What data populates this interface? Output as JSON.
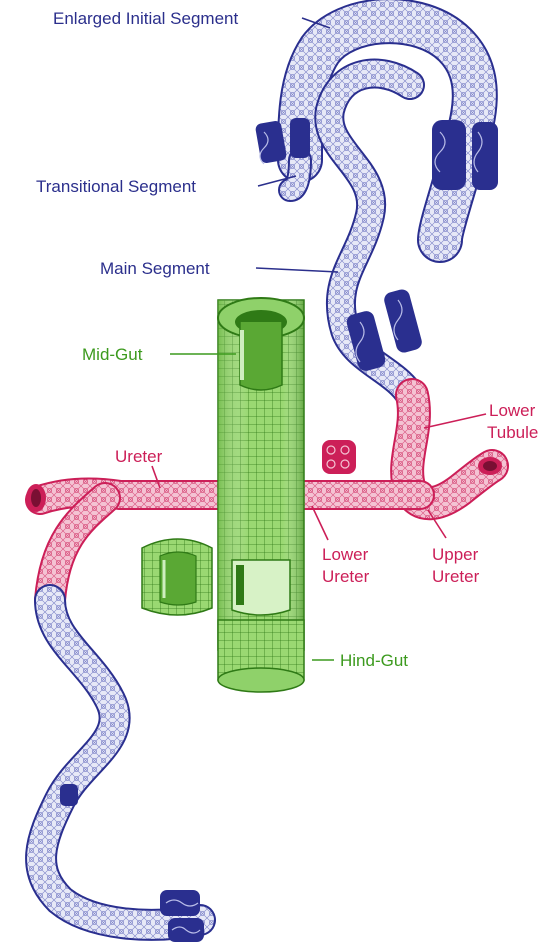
{
  "labels": {
    "enlarged_initial_segment": "Enlarged Initial Segment",
    "transitional_segment": "Transitional Segment",
    "main_segment": "Main Segment",
    "mid_gut": "Mid-Gut",
    "ureter": "Ureter",
    "lower_tubule_line1": "Lower",
    "lower_tubule_line2": "Tubule",
    "lower_ureter_line1": "Lower",
    "lower_ureter_line2": "Ureter",
    "upper_ureter_line1": "Upper",
    "upper_ureter_line2": "Ureter",
    "hind_gut": "Hind-Gut"
  },
  "colors": {
    "tubule_fill": "#e7e9f7",
    "tubule_mesh": "#5a60b8",
    "tubule_dark": "#2a2f8f",
    "ureter_fill": "#f4c3d3",
    "ureter_mesh": "#cc1f58",
    "gut_fill": "#8fd16a",
    "gut_dark": "#3c8f1e",
    "blue_text": "#2b2f8c",
    "green_text": "#3c9a1e",
    "red_text": "#cc1f58"
  }
}
